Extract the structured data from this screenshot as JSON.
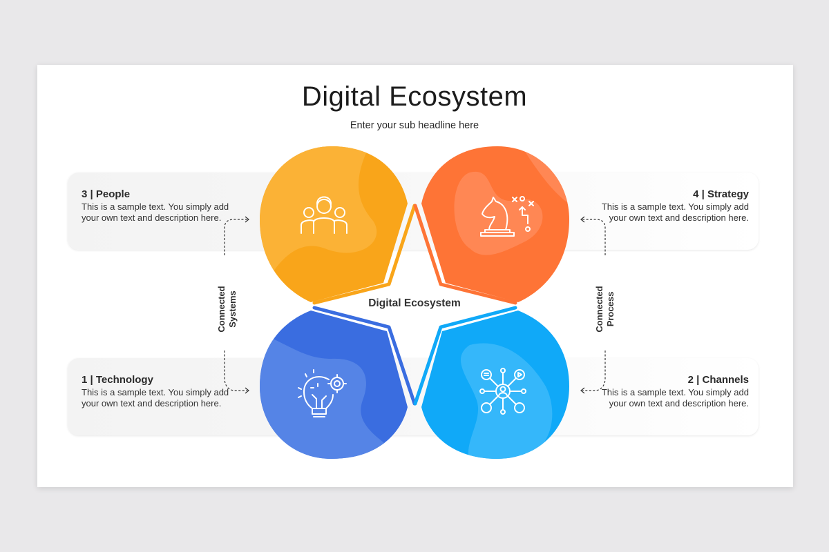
{
  "slide": {
    "title": "Digital Ecosystem",
    "subtitle": "Enter your sub headline here"
  },
  "center": {
    "label": "Digital Ecosystem"
  },
  "segments": [
    {
      "id": "people",
      "heading": "3 | People",
      "text": "This is a sample text. You simply add your own text and description here.",
      "icon": "people-group-icon",
      "color": "#f9a51a",
      "position": "top-left"
    },
    {
      "id": "strategy",
      "heading": "4 | Strategy",
      "text": "This is a sample text. You simply add your own text and description here.",
      "icon": "chess-knight-strategy-icon",
      "color": "#fe7436",
      "position": "top-right"
    },
    {
      "id": "technology",
      "heading": "1 | Technology",
      "text": "This is a sample text. You simply add your own text and description here.",
      "icon": "lightbulb-gear-icon",
      "color": "#3a6de0",
      "position": "bottom-left"
    },
    {
      "id": "channels",
      "heading": "2 | Channels",
      "text": "This is a sample text. You simply add your own text and description here.",
      "icon": "network-channels-icon",
      "color": "#10a9f8",
      "position": "bottom-right"
    }
  ],
  "connectors": {
    "left": {
      "label_line1": "Connected",
      "label_line2": "Systems"
    },
    "right": {
      "label_line1": "Connected",
      "label_line2": "Process"
    }
  }
}
